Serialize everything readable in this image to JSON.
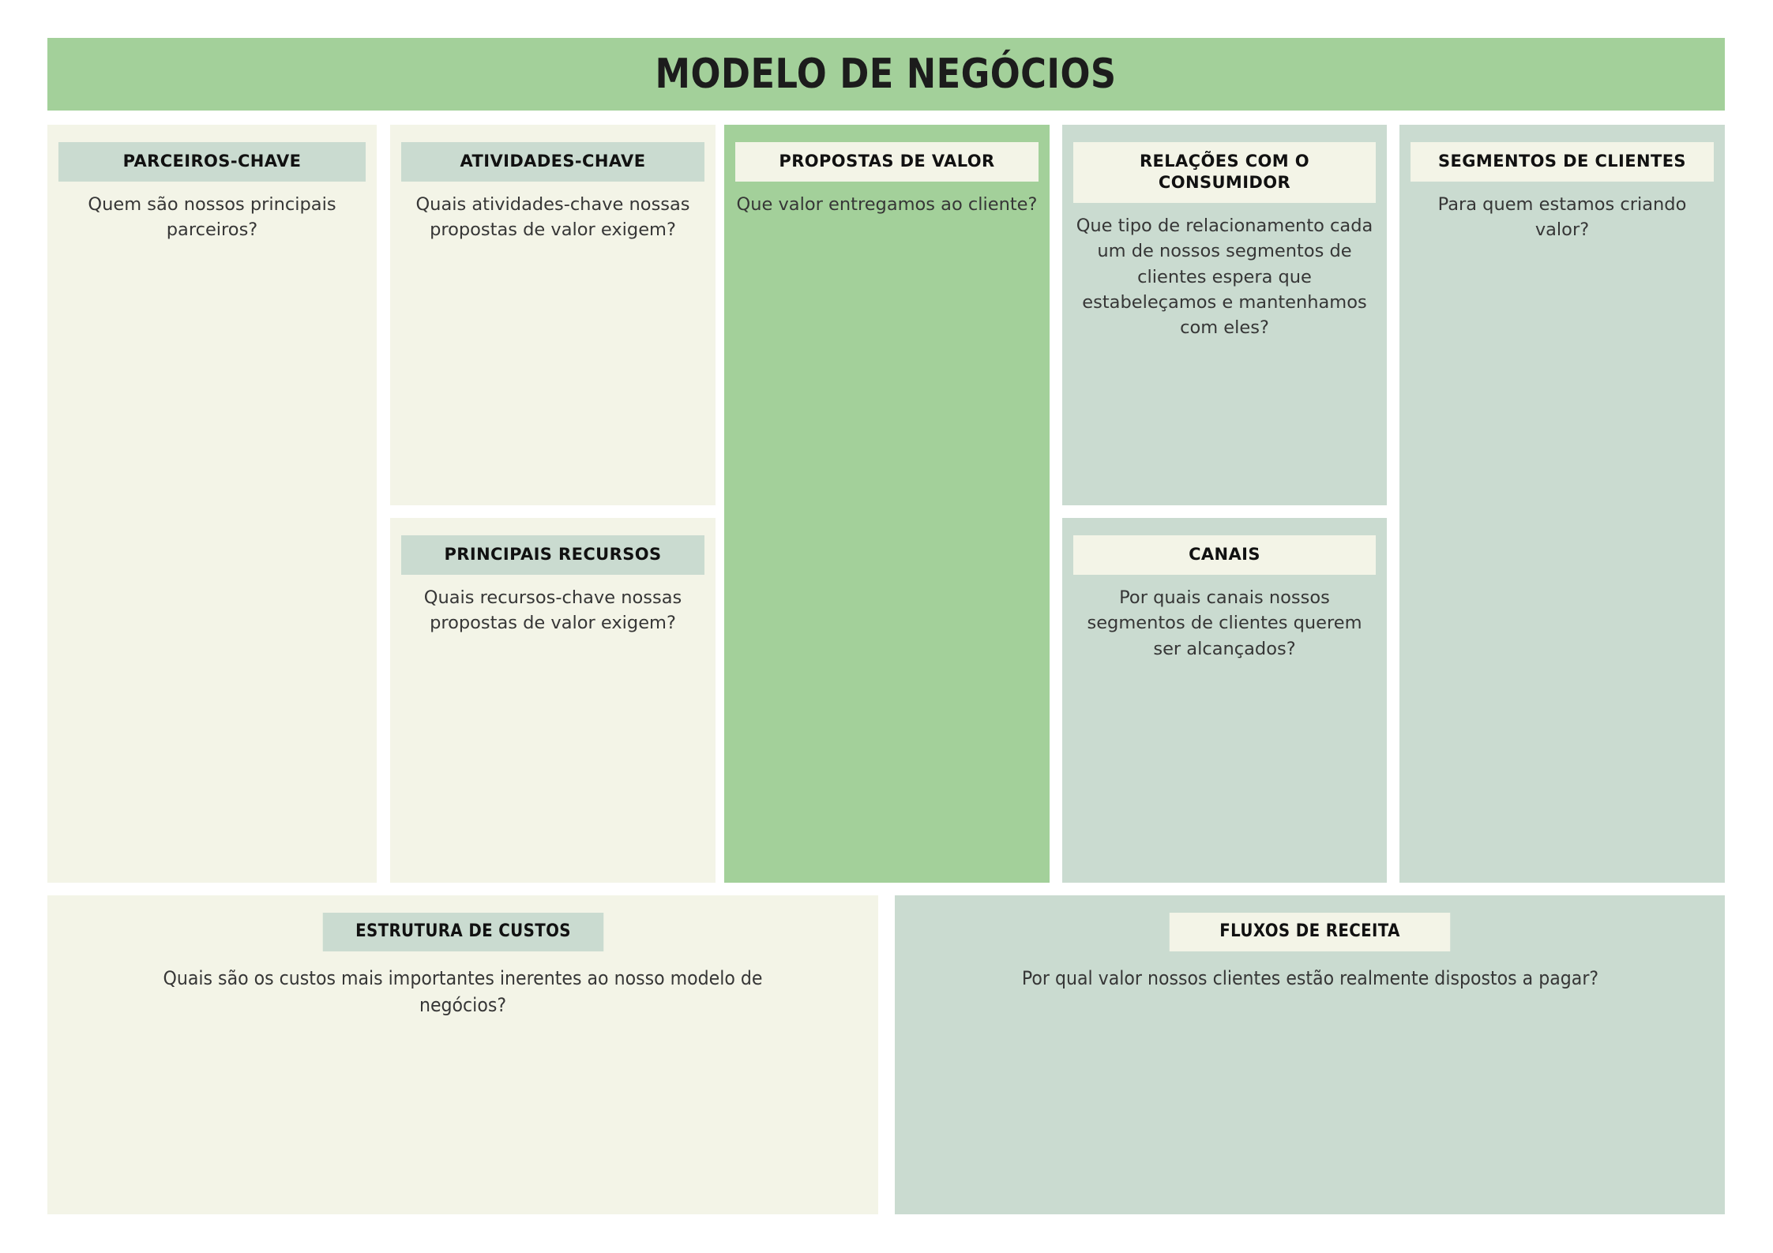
{
  "page": {
    "title": "MODELO DE NEGÓCIOS",
    "background_color": "#ffffff"
  },
  "colors": {
    "banner_green": "#a3d09a",
    "cream": "#f3f4e7",
    "sage": "#cadbd0",
    "text_dark": "#111111",
    "text_body": "#363636"
  },
  "blocks": {
    "key_partners": {
      "title": "PARCEIROS-CHAVE",
      "prompt": "Quem são nossos principais parceiros?"
    },
    "key_activities": {
      "title": "ATIVIDADES-CHAVE",
      "prompt": "Quais atividades-chave nossas propostas de valor exigem?"
    },
    "key_resources": {
      "title": "PRINCIPAIS RECURSOS",
      "prompt": "Quais recursos-chave nossas propostas de valor exigem?"
    },
    "value_propositions": {
      "title": "PROPOSTAS DE VALOR",
      "prompt": "Que valor entregamos ao cliente?"
    },
    "customer_relationships": {
      "title": "RELAÇÕES COM O CONSUMIDOR",
      "prompt": "Que tipo de relacionamento cada um de nossos segmentos de clientes espera que estabeleçamos e mantenhamos com eles?"
    },
    "channels": {
      "title": "CANAIS",
      "prompt": "Por quais canais nossos segmentos de clientes querem ser alcançados?"
    },
    "customer_segments": {
      "title": "SEGMENTOS DE CLIENTES",
      "prompt": "Para quem estamos criando valor?"
    },
    "cost_structure": {
      "title": "ESTRUTURA DE CUSTOS",
      "prompt": "Quais são os custos mais importantes inerentes ao nosso modelo de negócios?"
    },
    "revenue_streams": {
      "title": "FLUXOS DE RECEITA",
      "prompt": "Por qual valor nossos clientes estão realmente dispostos a pagar?"
    }
  }
}
